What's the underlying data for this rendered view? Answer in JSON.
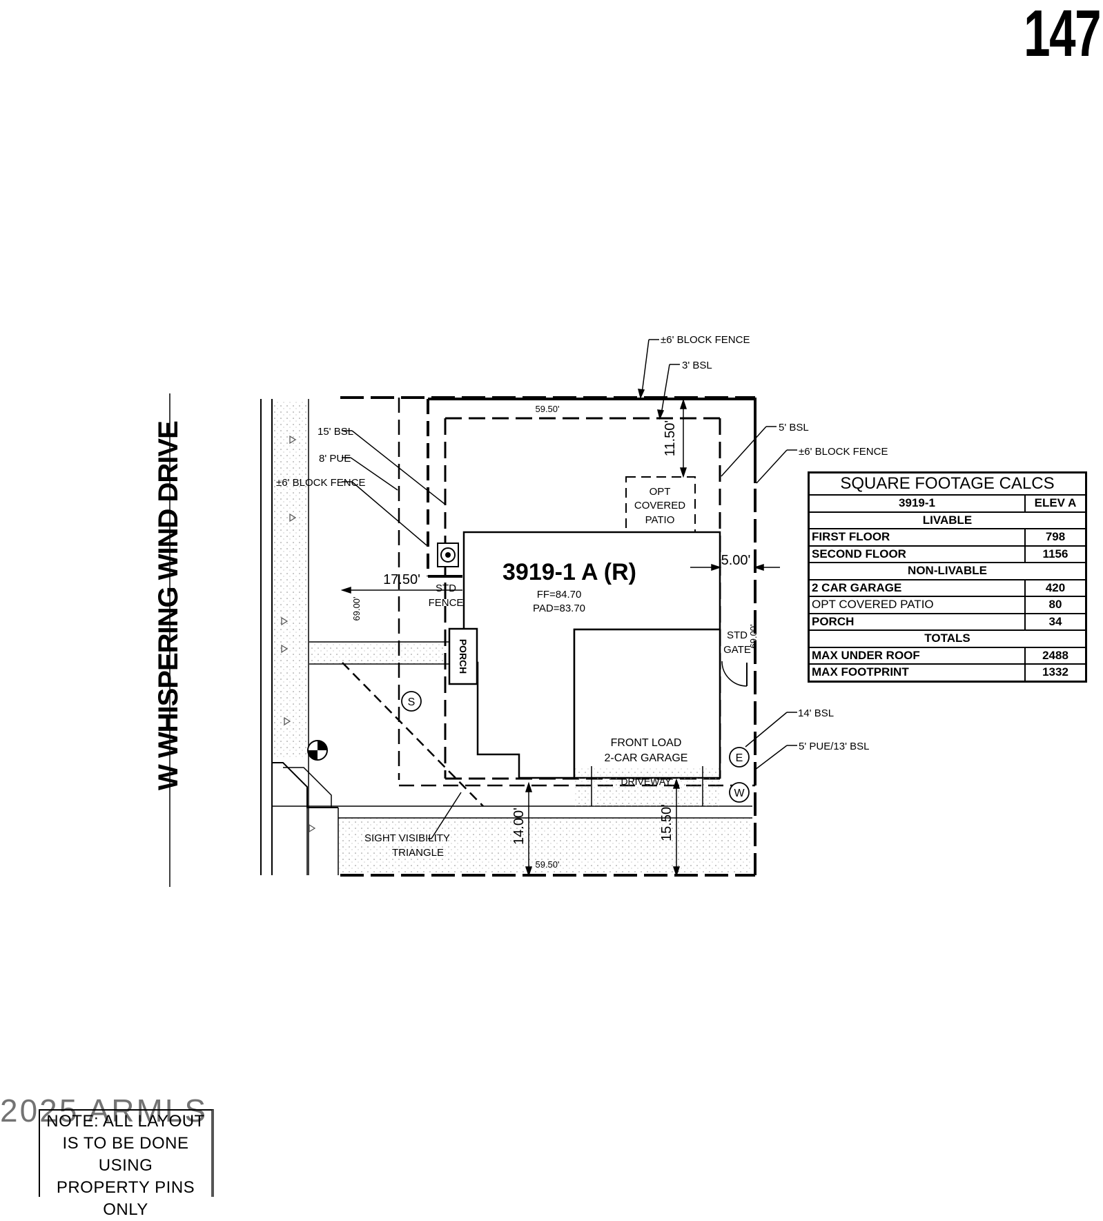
{
  "page_number": "147",
  "street_name": "W WHISPERING WIND DRIVE",
  "plan": {
    "plan_label": "3919-1 A (R)",
    "ff": "FF=84.70",
    "pad": "PAD=83.70",
    "garage_line1": "FRONT LOAD",
    "garage_line2": "2-CAR GARAGE",
    "driveway": "DRIVEWAY",
    "porch": "PORCH",
    "patio_line1": "OPT",
    "patio_line2": "COVERED",
    "patio_line3": "PATIO",
    "std_fence_1": "STD",
    "std_fence_2": "FENCE",
    "std_gate_1": "STD",
    "std_gate_2": "GATE"
  },
  "callouts": {
    "block_fence_top": "±6' BLOCK FENCE",
    "bsl_3": "3' BSL",
    "bsl_5": "5' BSL",
    "block_fence_right": "±6' BLOCK FENCE",
    "bsl_15": "15' BSL",
    "pue_8": "8' PUE",
    "block_fence_left": "±6' BLOCK FENCE",
    "bsl_14": "14' BSL",
    "pue_bsl": "5' PUE/13' BSL",
    "sight_1": "SIGHT VISIBILITY",
    "sight_2": "TRIANGLE"
  },
  "dimensions": {
    "top_width": "59.50'",
    "bottom_width": "59.50'",
    "top_setback": "11.50'",
    "side_setback_left": "17.50'",
    "side_setback_right": "5.00'",
    "depth_left": "69.00'",
    "depth_right": "69.00'",
    "front_setback_a": "14.00'",
    "front_setback_b": "15.50'"
  },
  "markers": {
    "sewer": "S",
    "electric": "E",
    "water": "W"
  },
  "sqft_table": {
    "title": "SQUARE FOOTAGE CALCS",
    "plan_col": "3919-1",
    "elev_col": "ELEV A",
    "livable_header": "LIVABLE",
    "livable": [
      {
        "label": "FIRST FLOOR",
        "value": "798"
      },
      {
        "label": "SECOND FLOOR",
        "value": "1156"
      }
    ],
    "nonlivable_header": "NON-LIVABLE",
    "nonlivable": [
      {
        "label": "2 CAR GARAGE",
        "value": "420"
      },
      {
        "label": "OPT COVERED PATIO",
        "value": "80"
      },
      {
        "label": "PORCH",
        "value": "34"
      }
    ],
    "totals_header": "TOTALS",
    "totals": [
      {
        "label": "MAX UNDER ROOF",
        "value": "2488"
      },
      {
        "label": "MAX FOOTPRINT",
        "value": "1332"
      }
    ]
  },
  "note": {
    "line1": "NOTE: ALL LAYOUT",
    "line2": "IS TO BE DONE USING",
    "line3": "PROPERTY PINS ONLY"
  },
  "watermark": "2025 ARMLS"
}
